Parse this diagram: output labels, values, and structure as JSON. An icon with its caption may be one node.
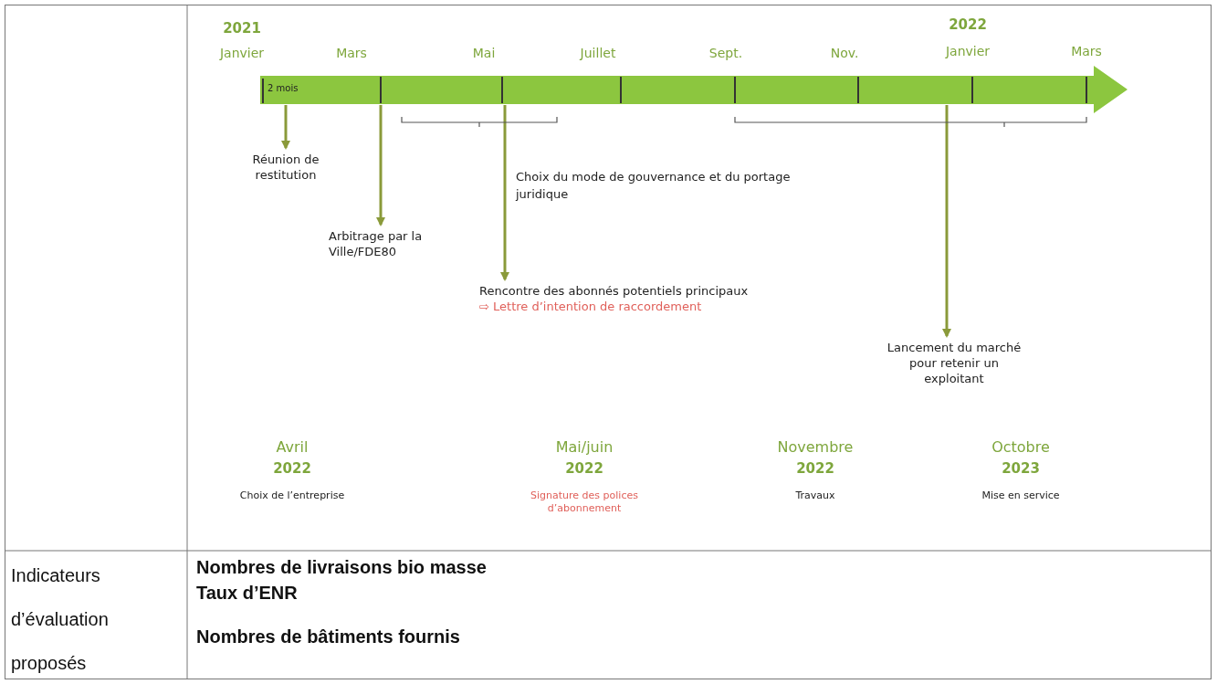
{
  "diagram": {
    "nodes": [
      {
        "text": [],
        "shape": "bar"
      },
      {
        "text": [
          "Réunion de restitution"
        ]
      },
      {
        "text": [
          "Arbitrage par la Ville/FDE80"
        ]
      },
      {
        "text": [
          "Rencontre des abonnés potentiels principaux",
          "⇨ Lettre d’intention de raccordement"
        ]
      },
      {
        "text": [
          "Lancement du marché pour retenir un exploitant"
        ]
      }
    ],
    "edges": [
      {
        "from": 0,
        "to": 1,
        "arrow": "to"
      },
      {
        "from": 0,
        "to": 2,
        "arrow": "to"
      },
      {
        "from": 0,
        "to": 3,
        "arrow": "to"
      },
      {
        "from": 0,
        "to": 4,
        "arrow": "to"
      }
    ],
    "labels": [
      "2021",
      "Janvier",
      "Mars",
      "Mai",
      "Juillet",
      "Sept.",
      "Nov.",
      "2022",
      "Janvier",
      "Mars",
      "2 mois",
      "Choix du mode de gouvernance et du portage juridique",
      "Avril",
      "2022",
      "Choix de l’entreprise",
      "Mai/juin",
      "2022",
      "Signature des polices d’abonnement",
      "Novembre",
      "2022",
      "Travaux",
      "Octobre",
      "2023",
      "Mise en service",
      "Indicateurs d’évaluation proposés",
      "Nombres de livraisons bio masse",
      "Taux d’ENR",
      "Nombres de bâtiments fournis"
    ]
  }
}
